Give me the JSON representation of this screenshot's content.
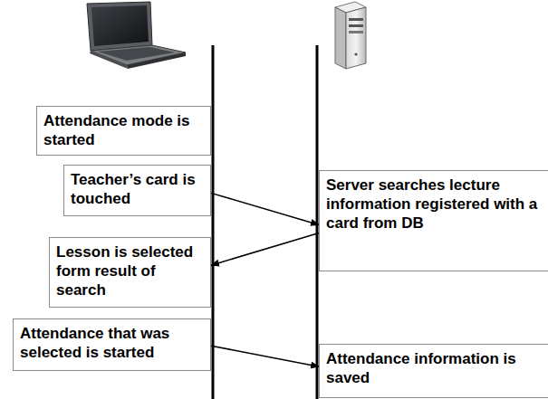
{
  "diagram": {
    "nodes": [
      {
        "text": [
          "Attendance mode is started"
        ]
      },
      {
        "text": [
          "Teacher’s card is touched"
        ]
      },
      {
        "text": [
          "Server searches lecture information registered with a card from DB"
        ]
      },
      {
        "text": [
          "Lesson is selected form result of search"
        ]
      },
      {
        "text": [
          "Attendance that was selected is started"
        ]
      },
      {
        "text": [
          "Attendance information is saved"
        ]
      }
    ],
    "edges": [
      {
        "from": 1,
        "to": 2,
        "arrow": "to"
      },
      {
        "from": 2,
        "to": 3,
        "arrow": "to"
      },
      {
        "from": 4,
        "to": 5,
        "arrow": "to"
      }
    ]
  }
}
